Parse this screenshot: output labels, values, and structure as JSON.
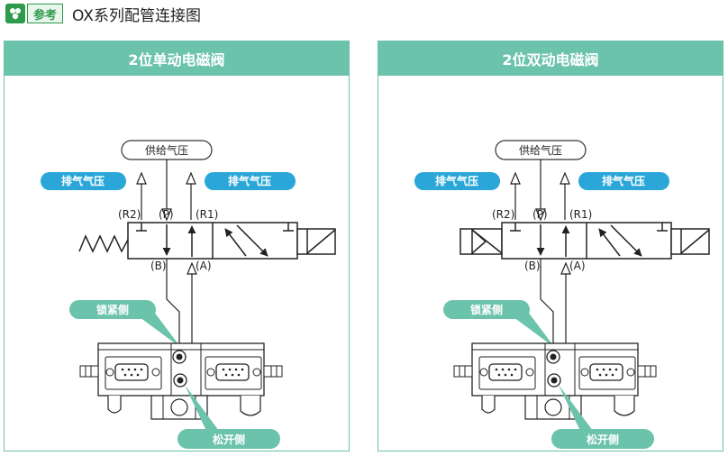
{
  "header": {
    "badge": "参考",
    "title": "OX系列配管连接图"
  },
  "panels": [
    {
      "title": "2位单动电磁阀",
      "supply": "供给气压",
      "exhaust_left": "排气气压",
      "exhaust_right": "排气气压",
      "port_r2": "(R2)",
      "port_p": "(P)",
      "port_r1": "(R1)",
      "port_b": "(B)",
      "port_a": "(A)",
      "lock_side": "锁紧侧",
      "release_side": "松开侧"
    },
    {
      "title": "2位双动电磁阀",
      "supply": "供给气压",
      "exhaust_left": "排气气压",
      "exhaust_right": "排气气压",
      "port_r2": "(R2)",
      "port_p": "(P)",
      "port_r1": "(R1)",
      "port_b": "(B)",
      "port_a": "(A)",
      "lock_side": "锁紧侧",
      "release_side": "松开侧"
    }
  ],
  "colors": {
    "accent": "#6cc3ab",
    "pill": "#2aa6d8",
    "brand": "#2e9a4b"
  }
}
